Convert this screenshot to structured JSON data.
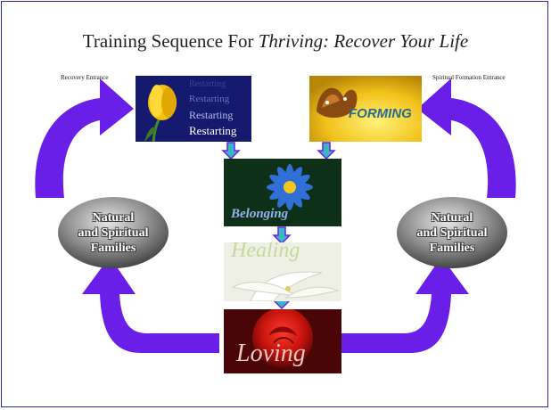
{
  "title": {
    "prefix": "Training Sequence For ",
    "italic": "Thriving: Recover Your Life"
  },
  "entrances": {
    "left": "Recovery Entrance",
    "right": "Spiritual Formation Entrance"
  },
  "families": {
    "left": {
      "line1": "Natural",
      "line2": "and Spiritual",
      "line3": "Families"
    },
    "right": {
      "line1": "Natural",
      "line2": "and Spiritual",
      "line3": "Families"
    }
  },
  "tiles": {
    "restarting": [
      "Restarting",
      "Restarting",
      "Restarting",
      "Restarting"
    ],
    "forming": "FORMING",
    "belonging": "Belonging",
    "healing": "Healing",
    "loving": "Loving"
  },
  "colors": {
    "arrow": "#6a1fe8",
    "connector": "#38b8c0",
    "frame": "#2a2aa0"
  }
}
